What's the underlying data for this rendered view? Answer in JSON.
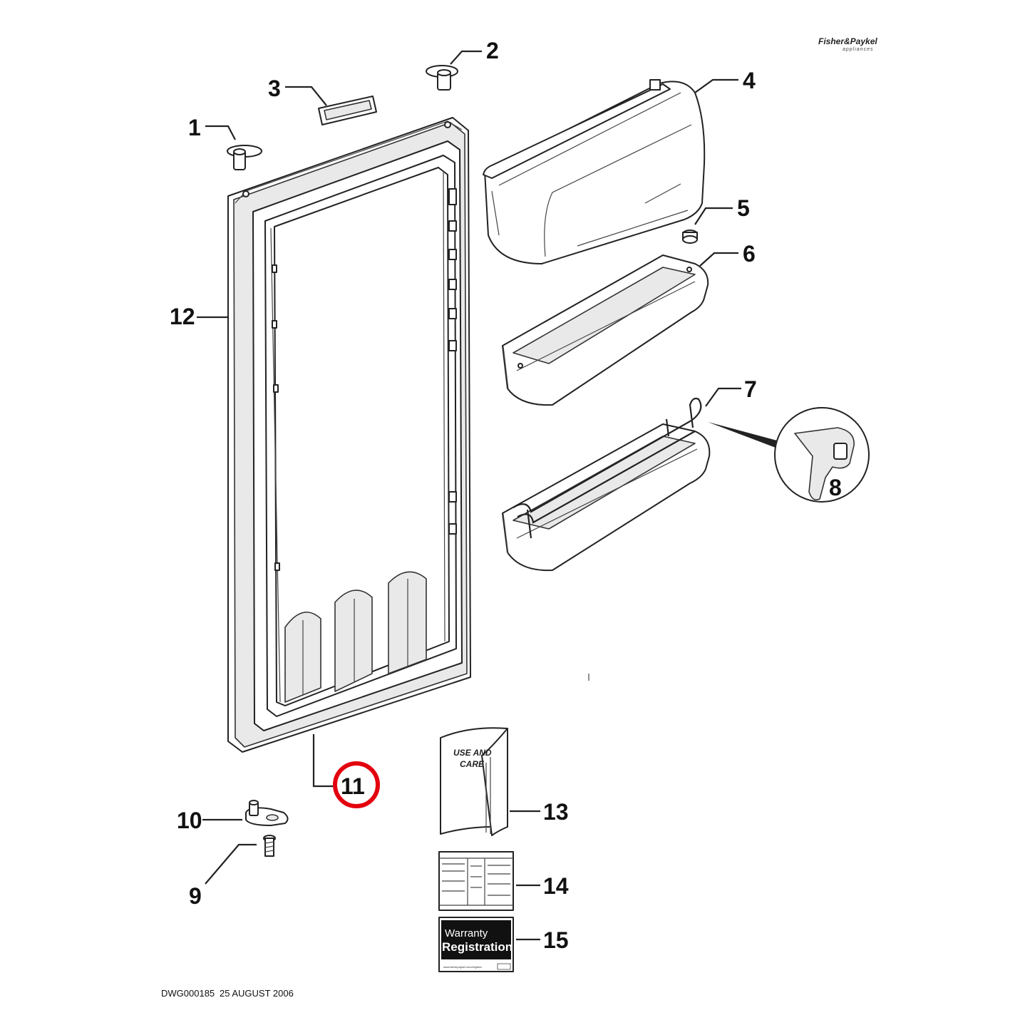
{
  "brand": {
    "name": "Fisher&Paykel",
    "sub": "appliances"
  },
  "labels": {
    "p1": "1",
    "p2": "2",
    "p3": "3",
    "p4": "4",
    "p5": "5",
    "p6": "6",
    "p7": "7",
    "p8": "8",
    "p9": "9",
    "p10": "10",
    "p11": "11",
    "p12": "12",
    "p13": "13",
    "p14": "14",
    "p15": "15"
  },
  "highlight": {
    "part": "11",
    "color": "#e3000f"
  },
  "manual": {
    "line1": "USE AND",
    "line2": "CARE"
  },
  "warranty": {
    "line1": "Warranty",
    "line2": "Registration",
    "footer_url": "www.fisherpaykel.com/register"
  },
  "footer": {
    "drawing_id": "DWG000185",
    "date": "25 AUGUST 2006"
  }
}
